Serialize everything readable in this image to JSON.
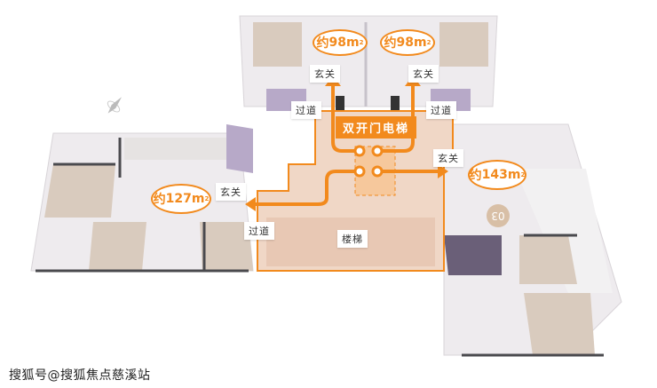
{
  "colors": {
    "accent": "#f28a1d",
    "core_fill": "#f0d7c6",
    "floor": "#ece9ec",
    "wood": "#d9cbbe",
    "wall": "#4a4a4e",
    "purple_wall": "#b7a9c8"
  },
  "units": [
    {
      "id": "unit-top-left",
      "area_prefix": "约",
      "area_value": "98",
      "area_unit": "m",
      "area_sup": "2"
    },
    {
      "id": "unit-top-right",
      "area_prefix": "约",
      "area_value": "98",
      "area_unit": "m",
      "area_sup": "2"
    },
    {
      "id": "unit-left",
      "area_prefix": "约",
      "area_value": "127",
      "area_unit": "m",
      "area_sup": "2"
    },
    {
      "id": "unit-right",
      "area_prefix": "约",
      "area_value": "143",
      "area_unit": "m",
      "area_sup": "2",
      "unit_number": "03"
    }
  ],
  "labels": {
    "foyer": "玄关",
    "corridor": "过道",
    "stairs": "楼梯",
    "elevator": "双开门电梯"
  },
  "icons": {
    "compass": "compass-icon",
    "arrow": "arrow-icon",
    "elevator_door": "elevator-door-icon"
  },
  "watermark": "搜狐号@搜狐焦点慈溪站"
}
